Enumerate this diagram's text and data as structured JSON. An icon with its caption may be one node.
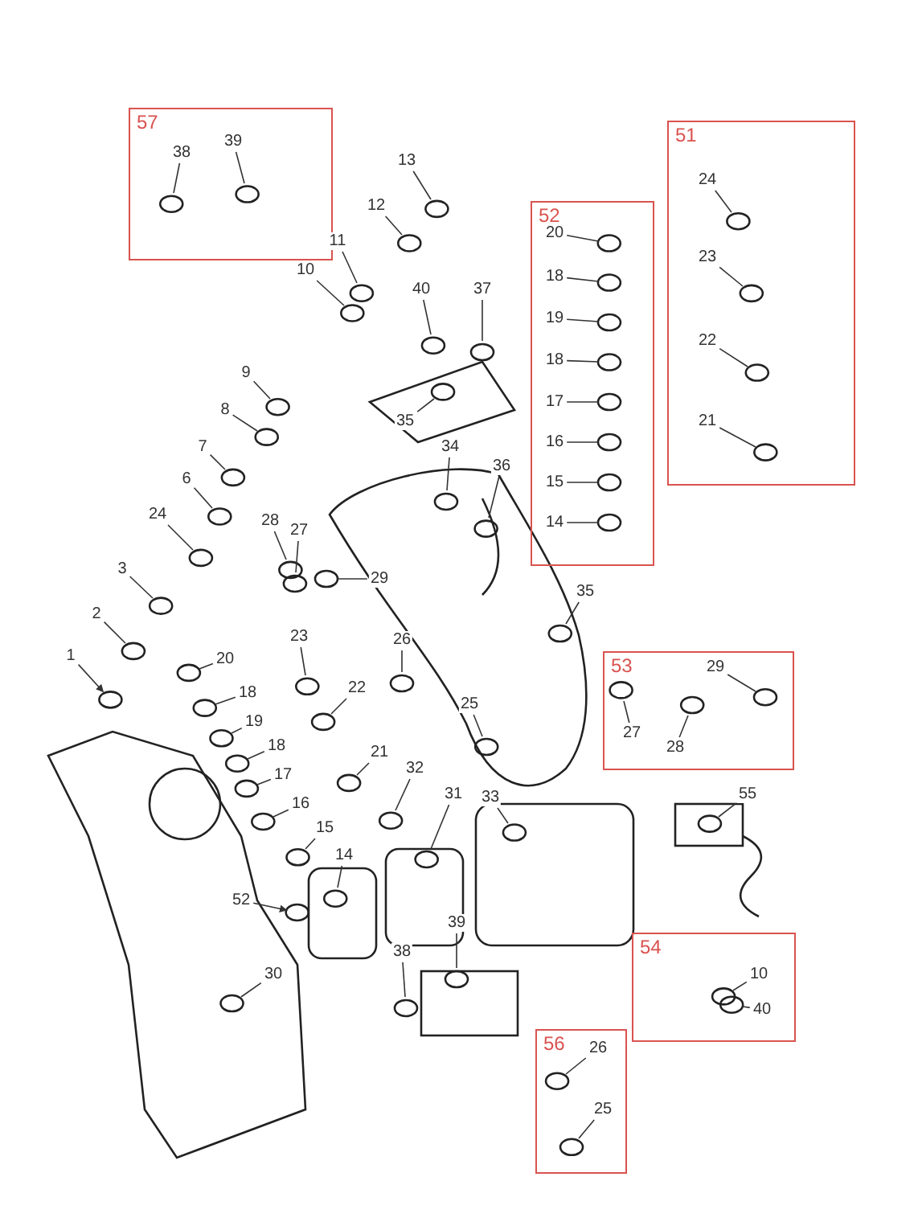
{
  "diagram": {
    "nodes": [
      {
        "text": [
          "57"
        ]
      },
      {
        "text": [
          "38"
        ],
        "in": 0
      },
      {
        "text": [
          "39"
        ],
        "in": 0
      },
      {
        "text": [
          "51"
        ]
      },
      {
        "text": [
          "24"
        ],
        "in": 3
      },
      {
        "text": [
          "23"
        ],
        "in": 3
      },
      {
        "text": [
          "22"
        ],
        "in": 3
      },
      {
        "text": [
          "21"
        ],
        "in": 3
      },
      {
        "text": [
          "52"
        ]
      },
      {
        "text": [
          "20"
        ],
        "in": 8
      },
      {
        "text": [
          "18"
        ],
        "in": 8
      },
      {
        "text": [
          "19"
        ],
        "in": 8
      },
      {
        "text": [
          "18"
        ],
        "in": 8
      },
      {
        "text": [
          "17"
        ],
        "in": 8
      },
      {
        "text": [
          "16"
        ],
        "in": 8
      },
      {
        "text": [
          "15"
        ],
        "in": 8
      },
      {
        "text": [
          "14"
        ],
        "in": 8
      },
      {
        "text": [
          "13"
        ]
      },
      {
        "text": [
          "12"
        ]
      },
      {
        "text": [
          "11"
        ]
      },
      {
        "text": [
          "10"
        ]
      },
      {
        "text": [
          "40"
        ]
      },
      {
        "text": [
          "37"
        ]
      },
      {
        "text": [
          "9"
        ]
      },
      {
        "text": [
          "8"
        ]
      },
      {
        "text": [
          "35"
        ]
      },
      {
        "text": [
          "7"
        ]
      },
      {
        "text": [
          "6"
        ]
      },
      {
        "text": [
          "34"
        ]
      },
      {
        "text": [
          "36"
        ]
      },
      {
        "text": [
          "24"
        ]
      },
      {
        "text": [
          "28"
        ]
      },
      {
        "text": [
          "27"
        ]
      },
      {
        "text": [
          "3"
        ]
      },
      {
        "text": [
          "29"
        ]
      },
      {
        "text": [
          "35"
        ]
      },
      {
        "text": [
          "2"
        ]
      },
      {
        "text": [
          "23"
        ]
      },
      {
        "text": [
          "1"
        ]
      },
      {
        "text": [
          "20"
        ]
      },
      {
        "text": [
          "26"
        ]
      },
      {
        "text": [
          "22"
        ]
      },
      {
        "text": [
          "18"
        ]
      },
      {
        "text": [
          "25"
        ]
      },
      {
        "text": [
          "19"
        ]
      },
      {
        "text": [
          "18"
        ]
      },
      {
        "text": [
          "21"
        ]
      },
      {
        "text": [
          "17"
        ]
      },
      {
        "text": [
          "32"
        ]
      },
      {
        "text": [
          "31"
        ]
      },
      {
        "text": [
          "33"
        ]
      },
      {
        "text": [
          "16"
        ]
      },
      {
        "text": [
          "15"
        ]
      },
      {
        "text": [
          "14"
        ]
      },
      {
        "text": [
          "53"
        ]
      },
      {
        "text": [
          "29"
        ],
        "in": 54
      },
      {
        "text": [
          "27"
        ],
        "in": 54
      },
      {
        "text": [
          "28"
        ],
        "in": 54
      },
      {
        "text": [
          "55"
        ]
      },
      {
        "text": [
          "52"
        ]
      },
      {
        "text": [
          "30"
        ]
      },
      {
        "text": [
          "39"
        ]
      },
      {
        "text": [
          "38"
        ]
      },
      {
        "text": [
          "54"
        ]
      },
      {
        "text": [
          "10"
        ],
        "in": 63
      },
      {
        "text": [
          "40"
        ],
        "in": 63
      },
      {
        "text": [
          "56"
        ]
      },
      {
        "text": [
          "26"
        ],
        "in": 66
      },
      {
        "text": [
          "25"
        ],
        "in": 66
      }
    ],
    "edges": [
      {
        "from": 1,
        "to": null,
        "arrow": "none"
      },
      {
        "from": 2,
        "to": null,
        "arrow": "none"
      },
      {
        "from": 4,
        "to": null,
        "arrow": "none"
      },
      {
        "from": 5,
        "to": null,
        "arrow": "none"
      },
      {
        "from": 6,
        "to": null,
        "arrow": "none"
      },
      {
        "from": 7,
        "to": null,
        "arrow": "none"
      },
      {
        "from": 9,
        "to": null,
        "arrow": "none"
      },
      {
        "from": 10,
        "to": null,
        "arrow": "none"
      },
      {
        "from": 11,
        "to": null,
        "arrow": "none"
      },
      {
        "from": 12,
        "to": null,
        "arrow": "none"
      },
      {
        "from": 13,
        "to": null,
        "arrow": "none"
      },
      {
        "from": 14,
        "to": null,
        "arrow": "none"
      },
      {
        "from": 15,
        "to": null,
        "arrow": "none"
      },
      {
        "from": 16,
        "to": null,
        "arrow": "none"
      },
      {
        "from": 17,
        "to": null,
        "arrow": "none"
      },
      {
        "from": 18,
        "to": null,
        "arrow": "none"
      },
      {
        "from": 19,
        "to": null,
        "arrow": "none"
      },
      {
        "from": 20,
        "to": null,
        "arrow": "none"
      },
      {
        "from": 21,
        "to": null,
        "arrow": "none"
      },
      {
        "from": 22,
        "to": null,
        "arrow": "none"
      },
      {
        "from": 23,
        "to": null,
        "arrow": "none"
      },
      {
        "from": 24,
        "to": null,
        "arrow": "none"
      },
      {
        "from": 25,
        "to": null,
        "arrow": "none"
      },
      {
        "from": 26,
        "to": null,
        "arrow": "none"
      },
      {
        "from": 27,
        "to": null,
        "arrow": "none"
      },
      {
        "from": 28,
        "to": null,
        "arrow": "none"
      },
      {
        "from": 29,
        "to": null,
        "arrow": "none"
      },
      {
        "from": 30,
        "to": null,
        "arrow": "none"
      },
      {
        "from": 31,
        "to": null,
        "arrow": "none"
      },
      {
        "from": 32,
        "to": null,
        "arrow": "none"
      },
      {
        "from": 33,
        "to": null,
        "arrow": "none"
      },
      {
        "from": 34,
        "to": null,
        "arrow": "none"
      },
      {
        "from": 35,
        "to": null,
        "arrow": "none"
      },
      {
        "from": 36,
        "to": null,
        "arrow": "none"
      },
      {
        "from": 37,
        "to": null,
        "arrow": "none"
      },
      {
        "from": 38,
        "to": null,
        "arrow": "to"
      },
      {
        "from": 39,
        "to": null,
        "arrow": "none"
      },
      {
        "from": 40,
        "to": null,
        "arrow": "none"
      },
      {
        "from": 41,
        "to": null,
        "arrow": "none"
      },
      {
        "from": 42,
        "to": null,
        "arrow": "none"
      },
      {
        "from": 43,
        "to": null,
        "arrow": "none"
      },
      {
        "from": 44,
        "to": null,
        "arrow": "none"
      },
      {
        "from": 45,
        "to": null,
        "arrow": "none"
      },
      {
        "from": 46,
        "to": null,
        "arrow": "none"
      },
      {
        "from": 47,
        "to": null,
        "arrow": "none"
      },
      {
        "from": 48,
        "to": null,
        "arrow": "none"
      },
      {
        "from": 49,
        "to": null,
        "arrow": "none"
      },
      {
        "from": 50,
        "to": null,
        "arrow": "none"
      },
      {
        "from": 51,
        "to": null,
        "arrow": "none"
      },
      {
        "from": 52,
        "to": null,
        "arrow": "none"
      },
      {
        "from": 53,
        "to": null,
        "arrow": "none"
      },
      {
        "from": 55,
        "to": null,
        "arrow": "none"
      },
      {
        "from": 56,
        "to": null,
        "arrow": "none"
      },
      {
        "from": 57,
        "to": null,
        "arrow": "none"
      },
      {
        "from": 58,
        "to": null,
        "arrow": "none"
      },
      {
        "from": 59,
        "to": null,
        "arrow": "to"
      },
      {
        "from": 60,
        "to": null,
        "arrow": "none"
      },
      {
        "from": 61,
        "to": null,
        "arrow": "none"
      },
      {
        "from": 62,
        "to": null,
        "arrow": "none"
      },
      {
        "from": 64,
        "to": null,
        "arrow": "none"
      },
      {
        "from": 65,
        "to": null,
        "arrow": "none"
      },
      {
        "from": 67,
        "to": null,
        "arrow": "none"
      },
      {
        "from": 68,
        "to": null,
        "arrow": "none"
      }
    ]
  }
}
